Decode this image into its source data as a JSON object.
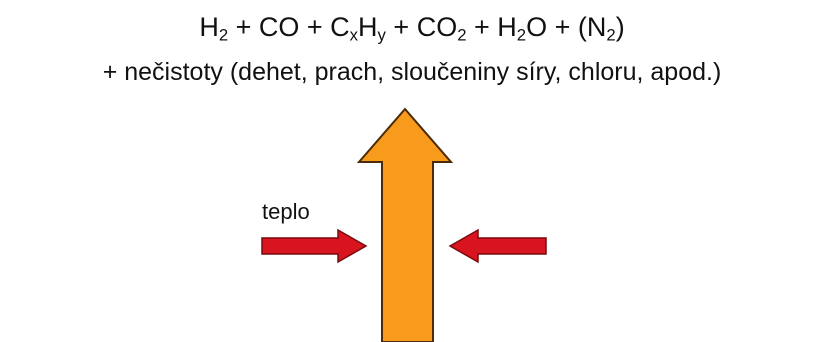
{
  "equation": {
    "line1": [
      {
        "t": "H"
      },
      {
        "sub": "2"
      },
      {
        "t": " + CO + C"
      },
      {
        "sub": "x"
      },
      {
        "t": "H"
      },
      {
        "sub": "y"
      },
      {
        "t": " + CO"
      },
      {
        "sub": "2"
      },
      {
        "t": " + H"
      },
      {
        "sub": "2"
      },
      {
        "t": "O + (N"
      },
      {
        "sub": "2"
      },
      {
        "t": ")"
      }
    ],
    "line2": "+ nečistoty (dehet, prach, sloučeniny síry, chloru, apod.)"
  },
  "heat_label": "teplo",
  "colors": {
    "big_arrow_fill": "#f89a1c",
    "big_arrow_stroke": "#4a2b08",
    "heat_arrow_fill": "#d8151e",
    "heat_arrow_stroke": "#7a0a0f",
    "text": "#111111"
  }
}
